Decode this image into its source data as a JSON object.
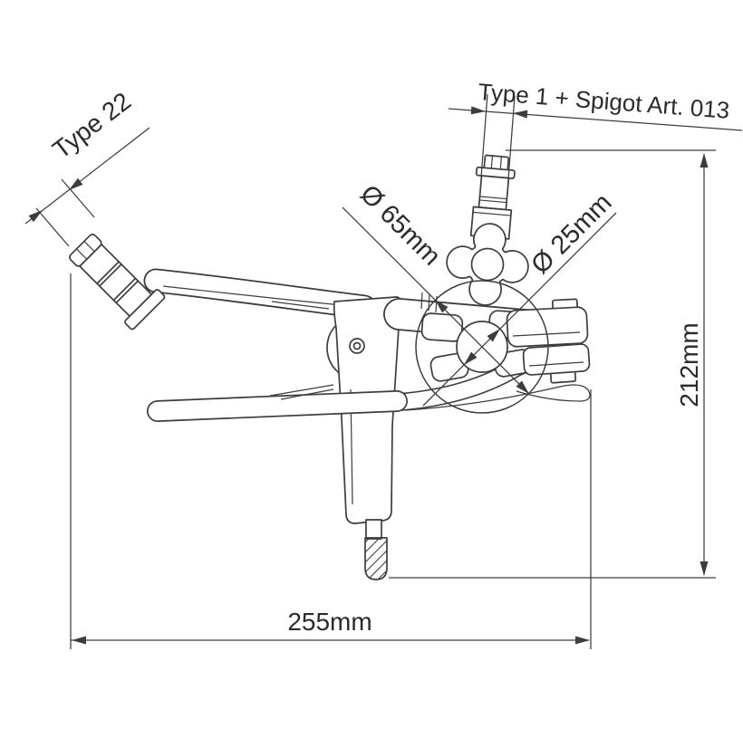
{
  "diagram": {
    "stud_label": "Type 22",
    "spigot_label": "Type 1 + Spigot Art. 013",
    "outer_diameter_label": "Ø 65mm",
    "inner_diameter_label": "Ø 25mm",
    "height_label": "212mm",
    "width_label": "255mm"
  },
  "appearance": {
    "background_color": "#ffffff",
    "line_color": "#3d3d3d",
    "text_color": "#2b2b2b"
  }
}
